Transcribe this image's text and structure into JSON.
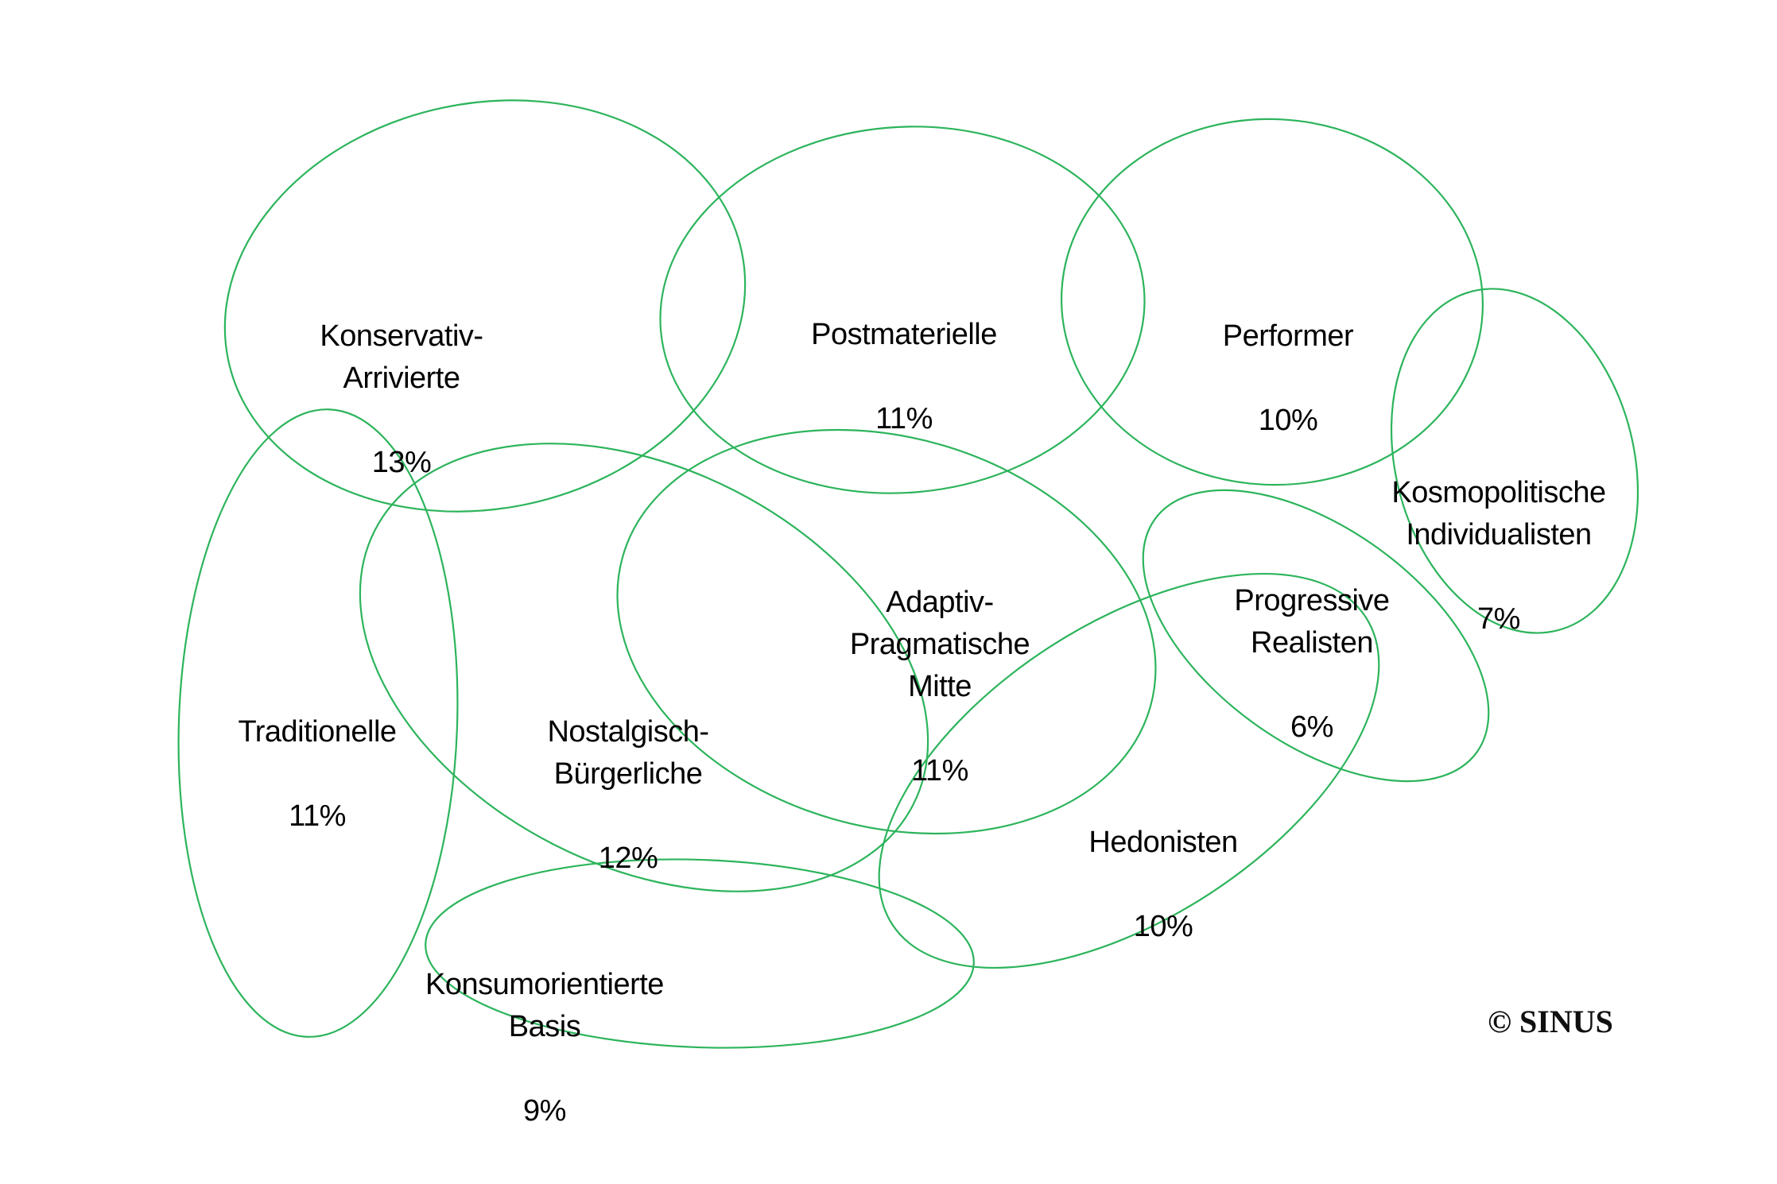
{
  "diagram": {
    "outline_color": "#2db45c",
    "text_color": "#000000",
    "background_color": "#ffffff",
    "credit": "© SINUS",
    "milieus": [
      {
        "id": "konservativ-arrivierte",
        "name": "Konservativ-\nArrivierte",
        "share": "13%"
      },
      {
        "id": "postmaterielle",
        "name": "Postmaterielle",
        "share": "11%"
      },
      {
        "id": "performer",
        "name": "Performer",
        "share": "10%"
      },
      {
        "id": "kosmopolitische-individualisten",
        "name": "Kosmopolitische\nIndividualisten",
        "share": "7%"
      },
      {
        "id": "adaptiv-pragmatische-mitte",
        "name": "Adaptiv-\nPragmatische\nMitte",
        "share": "11%"
      },
      {
        "id": "progressive-realisten",
        "name": "Progressive\nRealisten",
        "share": "6%"
      },
      {
        "id": "traditionelle",
        "name": "Traditionelle",
        "share": "11%"
      },
      {
        "id": "nostalgisch-buergerliche",
        "name": "Nostalgisch-\nBürgerliche",
        "share": "12%"
      },
      {
        "id": "hedonisten",
        "name": "Hedonisten",
        "share": "10%"
      },
      {
        "id": "konsumorientierte-basis",
        "name": "Konsumorientierte\nBasis",
        "share": "9%"
      }
    ]
  }
}
